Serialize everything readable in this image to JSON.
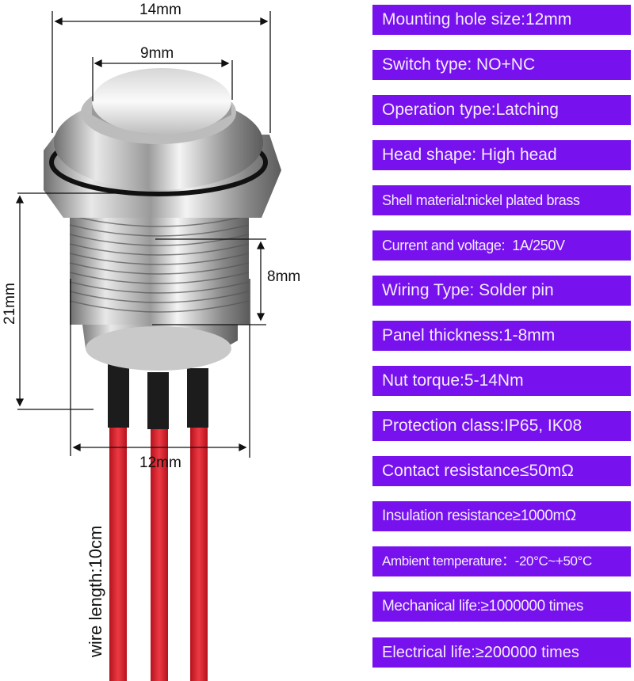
{
  "product": {
    "dimensions": {
      "overall_width": "14mm",
      "head_width": "9mm",
      "body_height": "21mm",
      "thread_length": "8mm",
      "thread_diameter": "12mm",
      "wire_length": "wire length:10cm"
    },
    "colors": {
      "label_bg": "#7711ee",
      "label_text": "#f4ecff",
      "wire": "#d81e2a",
      "sleeve": "#1a1a1a"
    }
  },
  "specs": [
    {
      "label": "Mounting hole size:12mm"
    },
    {
      "label": "Switch type: NO+NC"
    },
    {
      "label": "Operation type:Latching"
    },
    {
      "label": "Head shape: High head"
    },
    {
      "label": "Shell material:nickel plated brass"
    },
    {
      "label": "Current and voltage:  1A/250V"
    },
    {
      "label": "Wiring Type: Solder pin"
    },
    {
      "label": "Panel thickness:1-8mm"
    },
    {
      "label": "Nut torque:5-14Nm"
    },
    {
      "label": "Protection class:IP65, IK08"
    },
    {
      "label": "Contact resistance≤50mΩ"
    },
    {
      "label": "Insulation resistance≥1000mΩ"
    },
    {
      "label": "Ambient temperature：-20°C~+50°C"
    },
    {
      "label": "Mechanical life:≥1000000 times"
    },
    {
      "label": "Electrical life:≥200000 times"
    }
  ]
}
